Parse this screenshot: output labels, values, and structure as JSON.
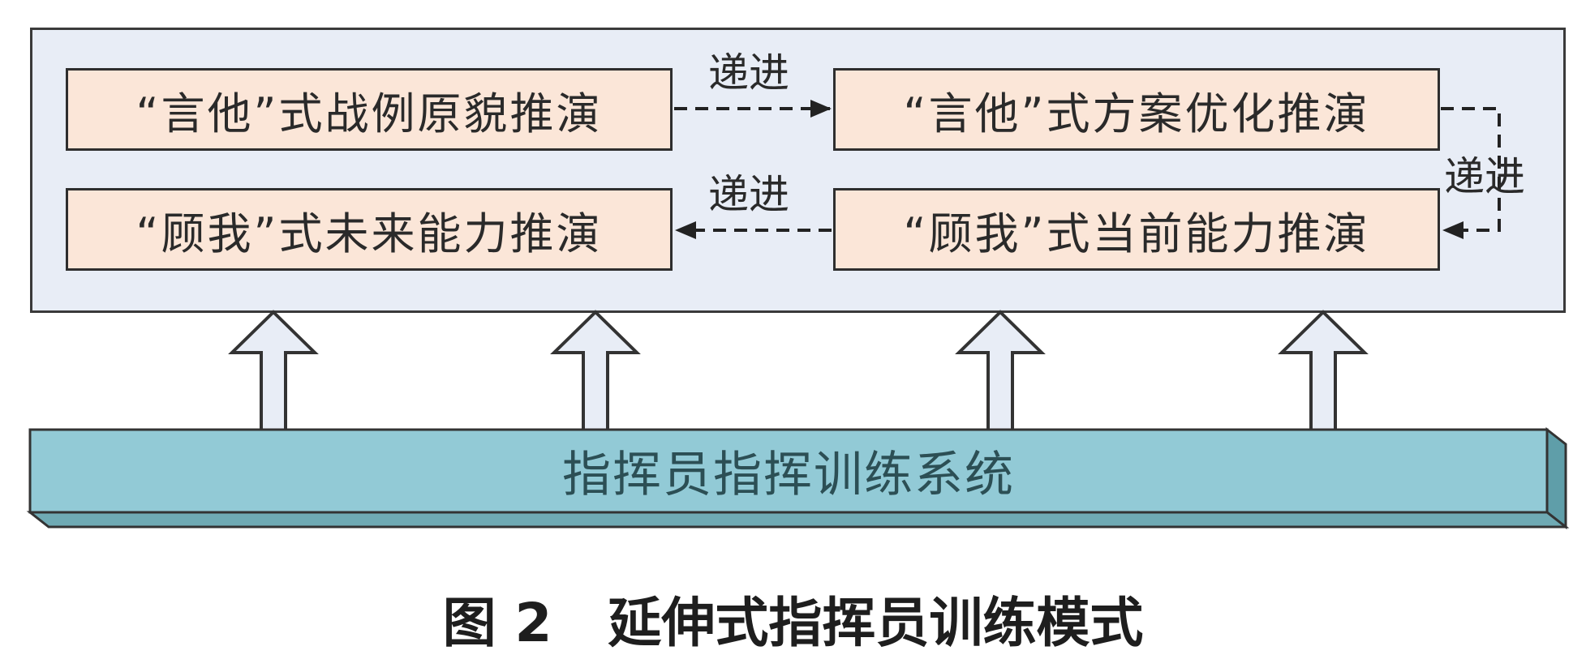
{
  "boxes": {
    "top_left": "“言他”式战例原貌推演",
    "top_right": "“言他”式方案优化推演",
    "bottom_left": "“顾我”式未来能力推演",
    "bottom_right": "“顾我”式当前能力推演"
  },
  "edges": {
    "top": "递进",
    "right": "递进",
    "bottom": "递进"
  },
  "system": {
    "label": "指挥员指挥训练系统"
  },
  "caption": {
    "figure_number": "图 2",
    "title": "延伸式指挥员训练模式"
  },
  "colors": {
    "panel_fill": "#e8edf6",
    "box_fill": "#fbe6d8",
    "system_fill": "#92cad6",
    "arrow_fill": "#e8edf6"
  }
}
